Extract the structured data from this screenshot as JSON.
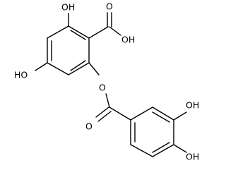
{
  "molecule": {
    "labels": {
      "hydroxyl_top": "OH",
      "carboxyl_oxo": "O",
      "carboxyl_oh": "OH",
      "hydroxyl_left": "HO",
      "ester_o": "O",
      "carbonyl_o": "O",
      "hydroxyl_right_upper": "OH",
      "hydroxyl_right_lower": "OH"
    },
    "colors": {
      "bond": "#000000",
      "label": "#000000",
      "background": "#ffffff"
    }
  }
}
